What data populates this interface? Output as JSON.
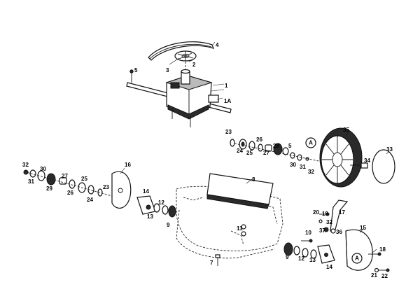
{
  "callout_circle_text": "A",
  "labels": {
    "l1": "1",
    "l1A": "1A",
    "l2": "2",
    "l3": "3",
    "l4": "4",
    "l5a": "5",
    "l5b": "5",
    "l7": "7",
    "l8": "8",
    "l9a": "9",
    "l9b": "9",
    "l10": "10",
    "l11": "11",
    "l12a": "12",
    "l12b": "12",
    "l13a": "13",
    "l13b": "13",
    "l14a": "14",
    "l14b": "14",
    "l15": "15",
    "l16": "16",
    "l17": "17",
    "l18": "18",
    "l19": "19",
    "l20": "20",
    "l21": "21",
    "l22": "22",
    "l23a": "23",
    "l23b": "23",
    "l24a": "24",
    "l24b": "24",
    "l25a": "25",
    "l25b": "25",
    "l26a": "26",
    "l26b": "26",
    "l27a": "27",
    "l27b": "27",
    "l28": "28",
    "l29": "29",
    "l30a": "30",
    "l30b": "30",
    "l31a": "31",
    "l31b": "31",
    "l32a": "32",
    "l32b": "32",
    "l32c": "32",
    "l33": "33",
    "l34": "34",
    "l35": "35",
    "l36": "36",
    "l37": "37"
  }
}
